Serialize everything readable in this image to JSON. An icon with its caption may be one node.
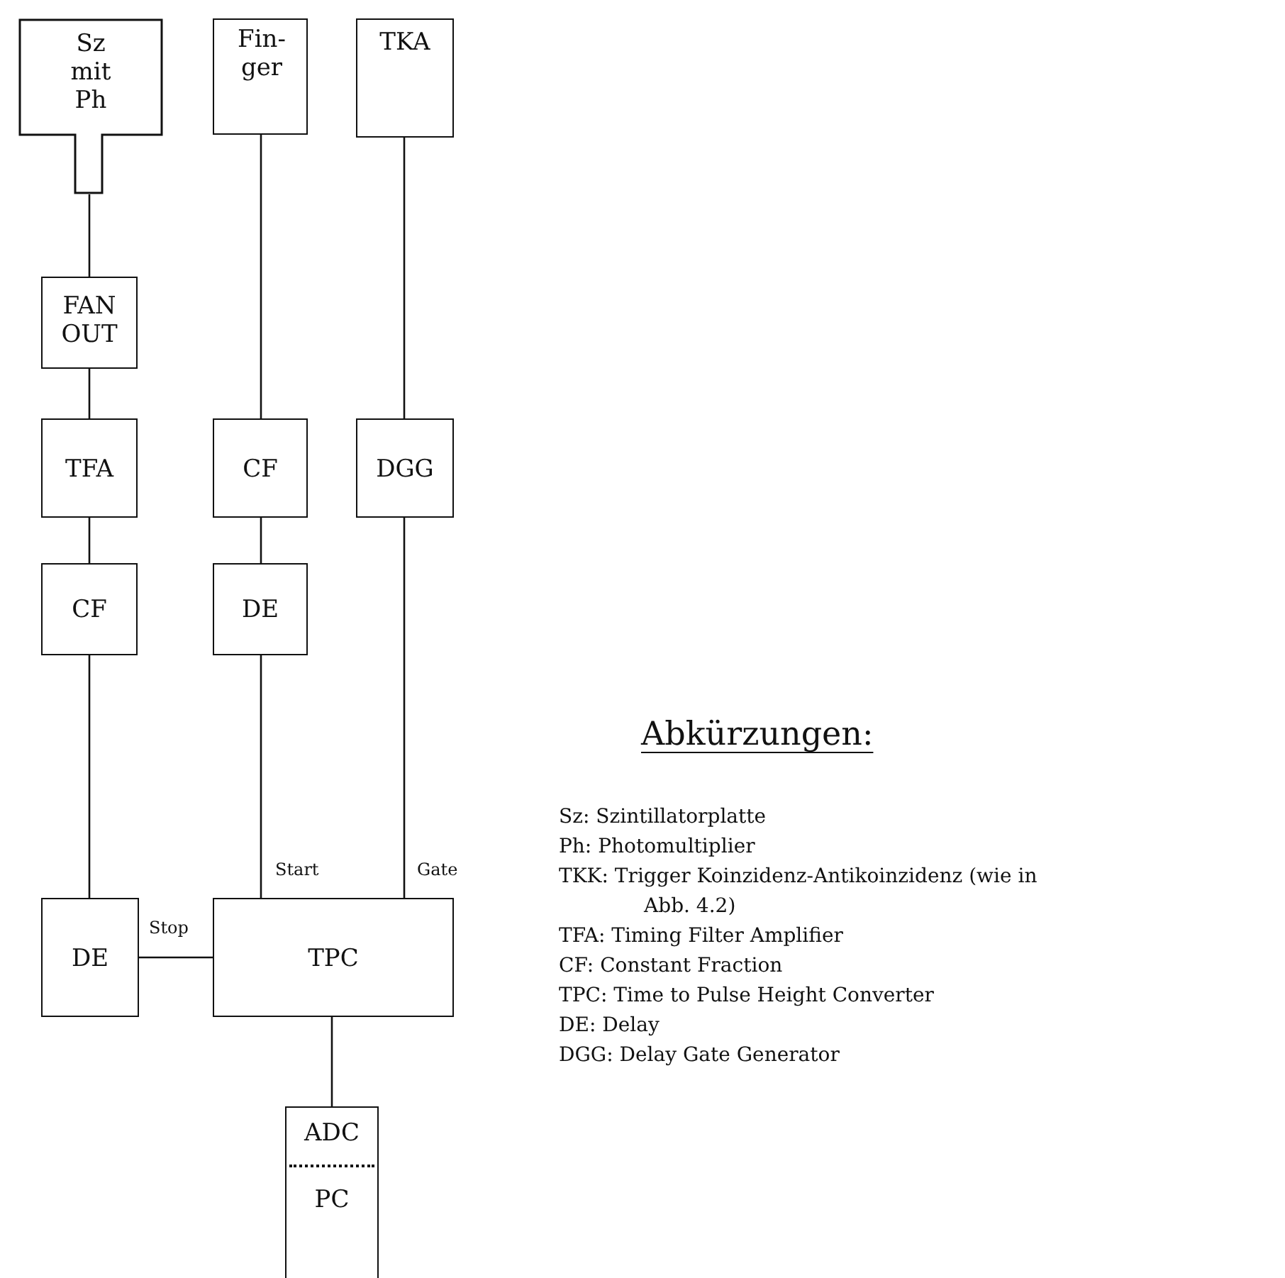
{
  "diagram": {
    "nodes": [
      {
        "text": [
          "Sz mit Ph"
        ]
      },
      {
        "text": [
          "Fin- ger"
        ]
      },
      {
        "text": [
          "TKA"
        ]
      },
      {
        "text": [
          "FAN OUT"
        ]
      },
      {
        "text": [
          "TFA"
        ]
      },
      {
        "text": [
          "CF"
        ]
      },
      {
        "text": [
          "DGG"
        ]
      },
      {
        "text": [
          "CF"
        ]
      },
      {
        "text": [
          "DE"
        ]
      },
      {
        "text": [
          "DE"
        ]
      },
      {
        "text": [
          "TPC"
        ]
      },
      {
        "text": [
          "ADC",
          "PC"
        ]
      }
    ],
    "edges": [
      {
        "from": 0,
        "to": 3,
        "arrow": "none"
      },
      {
        "from": 3,
        "to": 4,
        "arrow": "none"
      },
      {
        "from": 4,
        "to": 7,
        "arrow": "none"
      },
      {
        "from": 7,
        "to": 9,
        "arrow": "none"
      },
      {
        "from": 9,
        "to": 10,
        "arrow": "none",
        "label": "Stop"
      },
      {
        "from": 1,
        "to": 5,
        "arrow": "none"
      },
      {
        "from": 5,
        "to": 8,
        "arrow": "none"
      },
      {
        "from": 8,
        "to": 10,
        "arrow": "none",
        "label": "Start"
      },
      {
        "from": 2,
        "to": 6,
        "arrow": "none"
      },
      {
        "from": 6,
        "to": 10,
        "arrow": "none",
        "label": "Gate"
      },
      {
        "from": 10,
        "to": 11,
        "arrow": "none"
      }
    ],
    "labels": [
      "Abkürzungen:",
      "Sz: Szintillatorplatte",
      "Ph: Photomultiplier",
      "TKK: Trigger Koinzidenz-Antikoinzidenz (wie in Abb. 4.2)",
      "TFA: Timing Filter Amplifier",
      "CF: Constant Fraction",
      "TPC: Time to Pulse Height Converter",
      "DE: Delay",
      "DGG: Delay Gate Generator"
    ]
  }
}
